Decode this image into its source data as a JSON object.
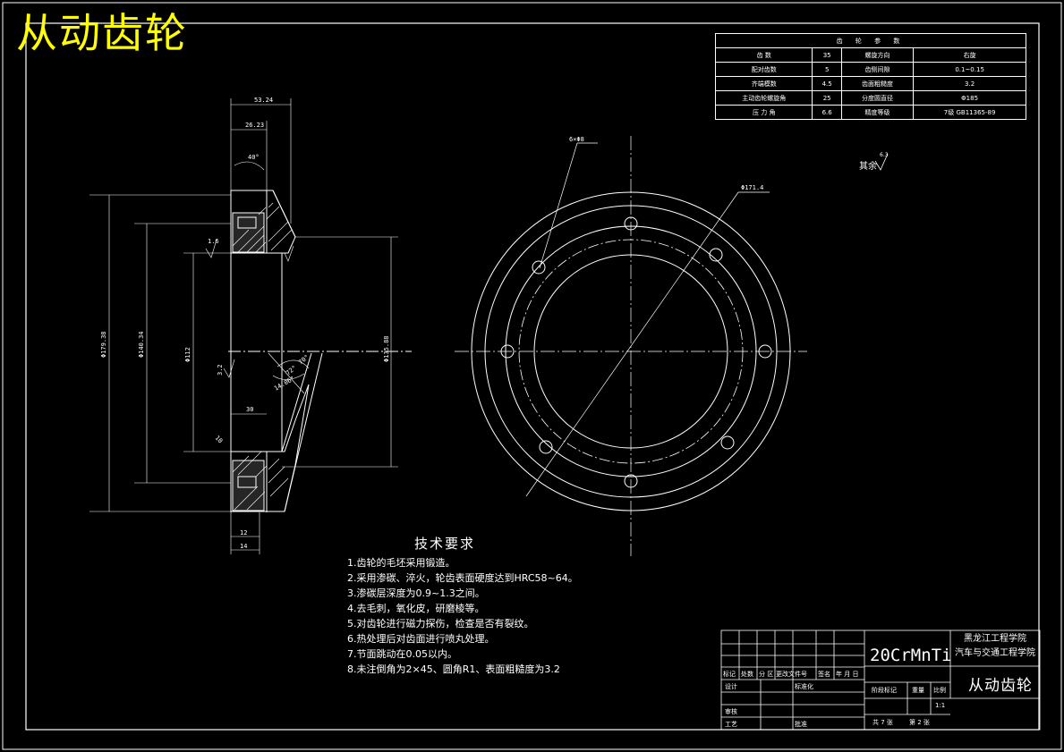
{
  "title": "从动齿轮",
  "params": {
    "header": "齿 轮 参 数",
    "rows": [
      [
        "齿 数",
        "35",
        "螺旋方向",
        "右旋"
      ],
      [
        "配对齿数",
        "5",
        "齿侧间隙",
        "0.1~0.15"
      ],
      [
        "齐端模数",
        "4.5",
        "齿面粗糙度",
        "3.2"
      ],
      [
        "主动齿轮螺旋角",
        "25",
        "分度圆直径",
        "Φ185"
      ],
      [
        "压 力 角",
        "6.6",
        "精度等级",
        "7级 GB11365-89"
      ]
    ]
  },
  "others_roughness": {
    "label": "其余",
    "value": "6.3"
  },
  "tech_requirements": {
    "title": "技术要求",
    "items": [
      "1.齿轮的毛坯采用锻造。",
      "2.采用渗碳、淬火，轮齿表面硬度达到HRC58~64。",
      "3.渗碳层深度为0.9~1.3之间。",
      "4.去毛刺，氧化皮，研磨棱等。",
      "5.对齿轮进行磁力探伤，检查是否有裂纹。",
      "6.热处理后对齿面进行喷丸处理。",
      "7.节面跳动在0.05以内。",
      "8.未注倒角为2×45、圆角R1、表面粗糙度为3.2"
    ]
  },
  "title_block": {
    "material": "20CrMnTi",
    "school_line1": "黑龙江工程学院",
    "school_line2": "汽车与交通工程学院",
    "part_name": "从动齿轮",
    "row_labels": [
      "标记",
      "处数",
      "分 区",
      "更改文件号",
      "签名",
      "年 月 日"
    ],
    "design": "设计",
    "standardization": "标准化",
    "check": "审核",
    "process": "工艺",
    "approve": "批准",
    "stage_mark": "阶段标记",
    "weight": "重量",
    "scale_label": "比例",
    "scale": "1:1",
    "sheets": "共 7 张",
    "sheet_no": "第 2 张"
  },
  "dimensions": {
    "d_top1": "53.24",
    "d_top2": "26.23",
    "angle_top": "40°",
    "d_phi179": "Φ179.38",
    "d_phi140": "Φ140.34",
    "d_phi112": "Φ112",
    "d_phi135": "Φ135.88",
    "d_30": "30",
    "d_12": "12",
    "d_14": "14",
    "rough_16": "1.6",
    "rough_32": "3.2",
    "angle_mid1": "70°",
    "angle_mid2": "72°",
    "angle_mid3": "14.06°",
    "small_dim": "10",
    "bolt_holes": "6×Φ8",
    "pcd": "Φ171.4"
  }
}
